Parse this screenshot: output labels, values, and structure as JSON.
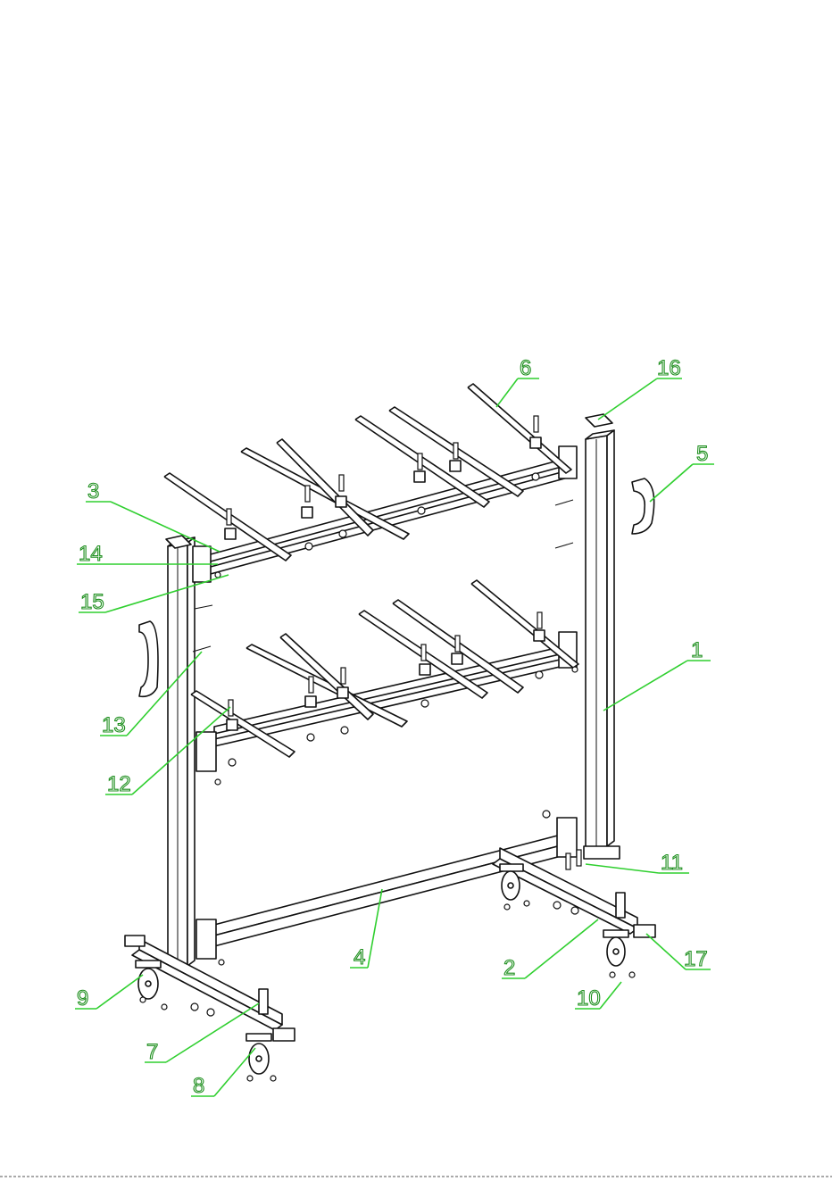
{
  "callouts": [
    {
      "label": "1"
    },
    {
      "label": "2"
    },
    {
      "label": "3"
    },
    {
      "label": "4"
    },
    {
      "label": "5"
    },
    {
      "label": "6"
    },
    {
      "label": "7"
    },
    {
      "label": "8"
    },
    {
      "label": "9"
    },
    {
      "label": "10"
    },
    {
      "label": "11"
    },
    {
      "label": "12"
    },
    {
      "label": "13"
    },
    {
      "label": "14"
    },
    {
      "label": "15"
    },
    {
      "label": "16"
    },
    {
      "label": "17"
    }
  ],
  "colors": {
    "callout_line": "#2fcf2f",
    "callout_text": "#1e8f1e",
    "drawing_line": "#111111",
    "background": "#ffffff"
  }
}
